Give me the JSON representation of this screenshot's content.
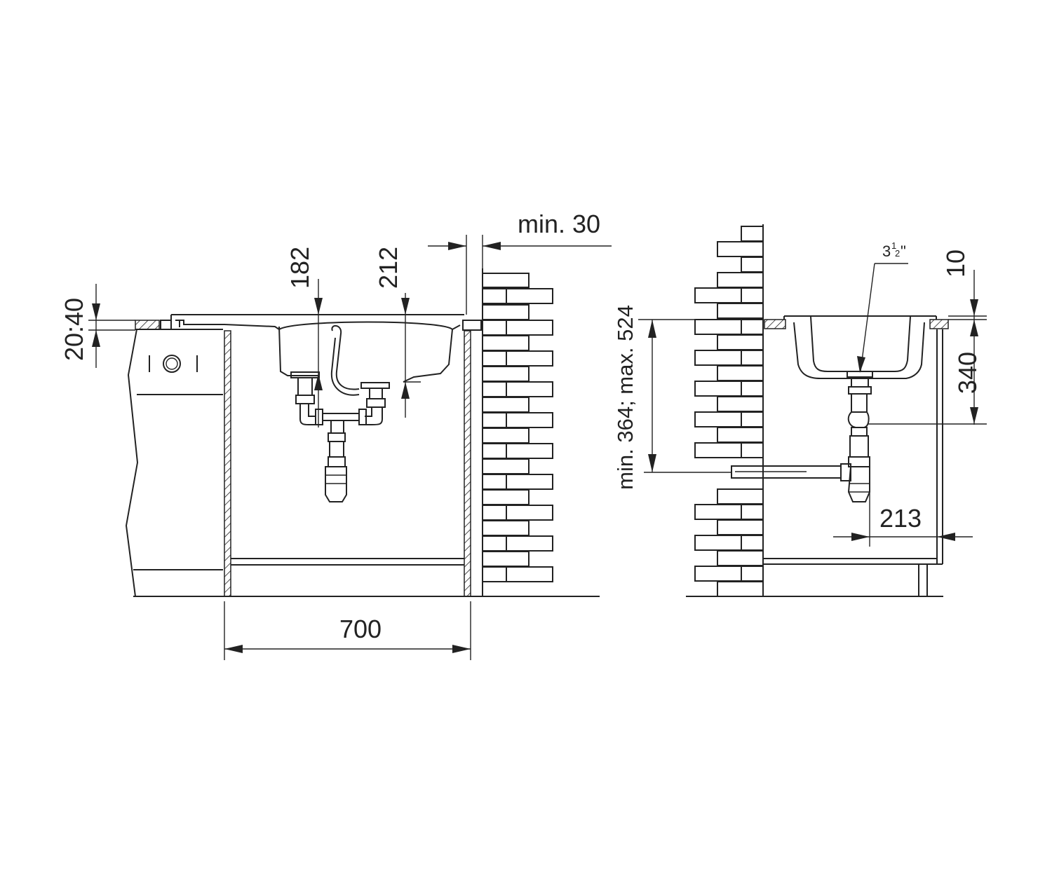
{
  "dimensions": {
    "min_30": "min. 30",
    "d182": "182",
    "d212": "212",
    "d20_40": "20:40",
    "d700": "700",
    "d10": "10",
    "d340": "340",
    "d213": "213",
    "min364_max524": "min. 364; max. 524",
    "thread_whole": "3",
    "thread_num": "1",
    "thread_den": "2",
    "thread_unit": "\""
  },
  "colors": {
    "line": "#222222",
    "background": "#ffffff"
  }
}
